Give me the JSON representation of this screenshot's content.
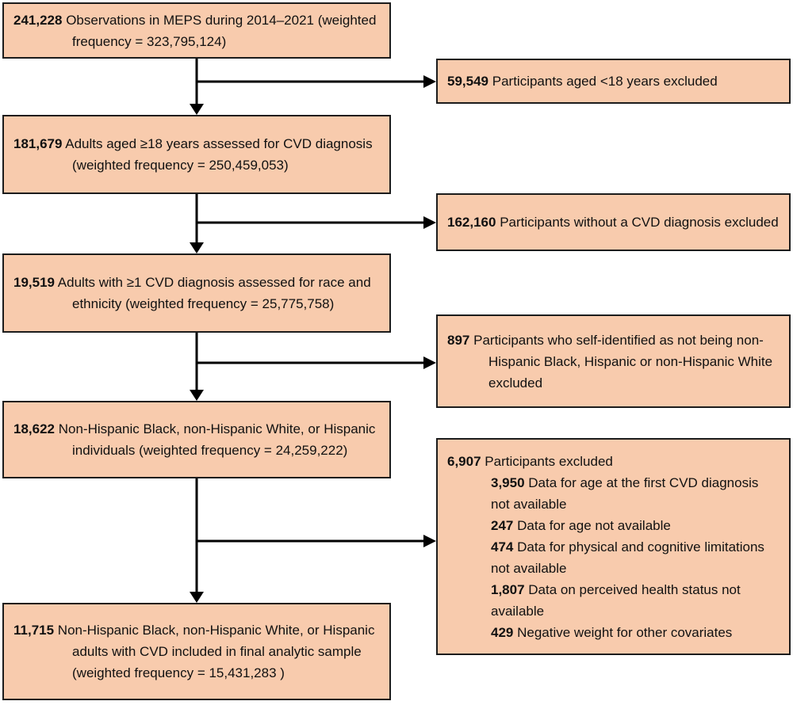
{
  "diagram": {
    "description": "Participant selection flowchart, MEPS 2014-2021 CVD analytic sample",
    "colors": {
      "box_fill": "#f8cbad",
      "box_border": "#1c1c1c",
      "arrow": "#000000",
      "text": "#111111"
    },
    "main_boxes": [
      {
        "count": "241,228",
        "text": "Observations in MEPS during 2014–2021 (weighted frequency = 323,795,124)"
      },
      {
        "count": "181,679",
        "text": "Adults aged ≥18 years assessed for CVD diagnosis (weighted frequency = 250,459,053)"
      },
      {
        "count": "19,519",
        "text": "Adults with ≥1 CVD diagnosis assessed for race and ethnicity (weighted frequency = 25,775,758)"
      },
      {
        "count": "18,622",
        "text": "Non-Hispanic Black, non-Hispanic White, or Hispanic individuals (weighted frequency = 24,259,222)"
      },
      {
        "count": "11,715",
        "text": "Non-Hispanic Black, non-Hispanic White, or Hispanic adults with CVD included in final analytic sample (weighted frequency = 15,431,283 )"
      }
    ],
    "exclusion_boxes": [
      {
        "count": "59,549",
        "text": "Participants aged <18 years excluded"
      },
      {
        "count": "162,160",
        "text": "Participants without a CVD diagnosis excluded"
      },
      {
        "count": "897",
        "text": "Participants who self-identified as not being non-Hispanic Black, Hispanic or non-Hispanic White excluded"
      },
      {
        "count": "6,907",
        "text": "Participants excluded"
      }
    ],
    "exclusion_sub_items": [
      {
        "count": "3,950",
        "text": "Data for age at the first CVD diagnosis not available"
      },
      {
        "count": "247",
        "text": "Data for age not available"
      },
      {
        "count": "474",
        "text": "Data for physical and cognitive limitations not available"
      },
      {
        "count": "1,807",
        "text": "Data on perceived health status not available"
      },
      {
        "count": "429",
        "text": "Negative weight for other covariates"
      }
    ]
  }
}
